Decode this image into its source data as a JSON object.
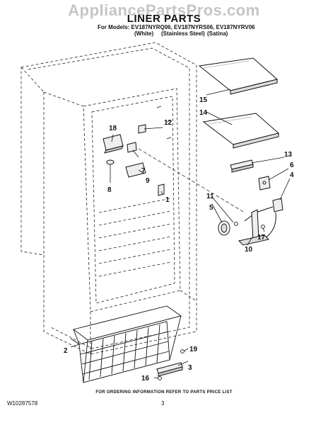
{
  "watermark": "AppliancePartsPros.com",
  "title": "LINER PARTS",
  "models_line": "For Models: EV187NYRQ06, EV187NYRS06, EV187NYRV06",
  "finishes": [
    "(White)",
    "(Stainless Steel)",
    "(Satina)"
  ],
  "callouts": [
    "1",
    "2",
    "3",
    "4",
    "5",
    "6",
    "7",
    "8",
    "9",
    "10",
    "11",
    "12",
    "13",
    "14",
    "15",
    "16",
    "17",
    "18",
    "19"
  ],
  "footer_note": "FOR ORDERING INFORMATION REFER TO PARTS PRICE LIST",
  "doc_number": "W10287578",
  "page_number": "3"
}
